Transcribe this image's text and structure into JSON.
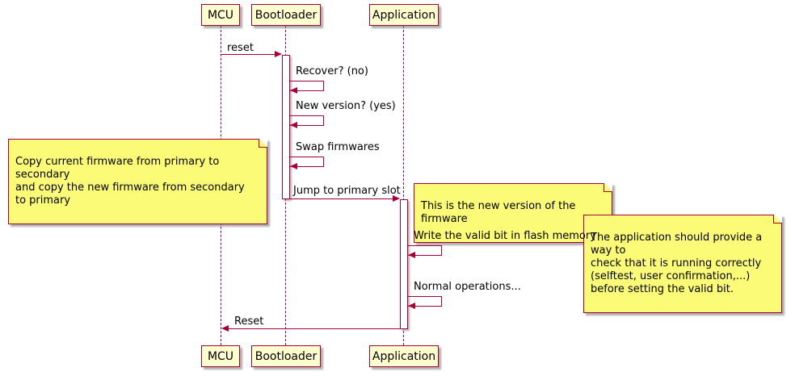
{
  "diagram": {
    "participants": [
      {
        "name": "MCU"
      },
      {
        "name": "Bootloader"
      },
      {
        "name": "Application"
      }
    ],
    "messages": {
      "reset": "reset",
      "recover": "Recover? (no)",
      "new_version": "New version? (yes)",
      "swap": "Swap firmwares",
      "jump": "Jump to primary slot",
      "write_valid": "Write the valid bit in flash memory",
      "normal_ops": "Normal operations...",
      "reset_back": "Reset"
    },
    "notes": {
      "copy_firmware": "Copy current firmware from primary to secondary\nand copy the new firmware from secondary to primary",
      "new_firmware": "This is the new version of the firmware",
      "valid_bit": "The application should provide a way to\ncheck that it is running correctly\n(selftest, user confirmation,...)\nbefore setting the valid bit."
    },
    "colors": {
      "participant_fill": "#FEFECE",
      "note_fill": "#FBFB77",
      "line_and_border": "#A80036",
      "text": "#000000",
      "background": "#FFFFFF"
    }
  }
}
